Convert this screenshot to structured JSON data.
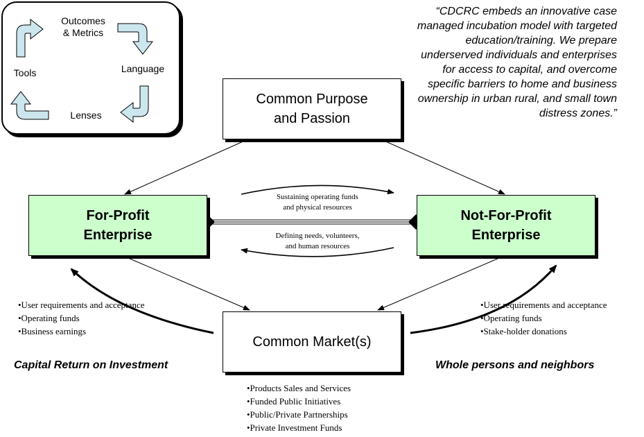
{
  "cycle": {
    "outcomes": [
      "Outcomes",
      "& Metrics"
    ],
    "language": "Language",
    "lenses": "Lenses",
    "tools": "Tools"
  },
  "quote": "“CDCRC embeds an innovative case managed incubation model with targeted education/training. We prepare underserved individuals and enterprises for access to capital, and overcome specific barriers to home and business ownership in urban rural, and small town distress zones.”",
  "common_purpose": [
    "Common Purpose",
    "and Passion"
  ],
  "for_profit": [
    "For-Profit",
    "Enterprise"
  ],
  "not_for_profit": [
    "Not-For-Profit",
    "Enterprise"
  ],
  "common_markets": "Common Market(s)",
  "flow_top": [
    "Sustaining operating funds",
    "and physical resources"
  ],
  "flow_bottom": [
    "Defining needs, volunteers,",
    "and human resources"
  ],
  "left_bullets": [
    "•User requirements and acceptance",
    "•Operating funds",
    "•Business earnings"
  ],
  "right_bullets": [
    "•User requirements and acceptance",
    "•Operating funds",
    "•Stake-holder donations"
  ],
  "bottom_bullets": [
    "•Products Sales and Services",
    "•Funded Public Initiatives",
    "•Public/Private Partnerships",
    "•Private Investment Funds"
  ],
  "left_caption": "Capital Return on Investment",
  "right_caption": "Whole persons and neighbors",
  "colors": {
    "green_box": "#ccffcc",
    "cycle_arrow": "#cce6ee"
  }
}
